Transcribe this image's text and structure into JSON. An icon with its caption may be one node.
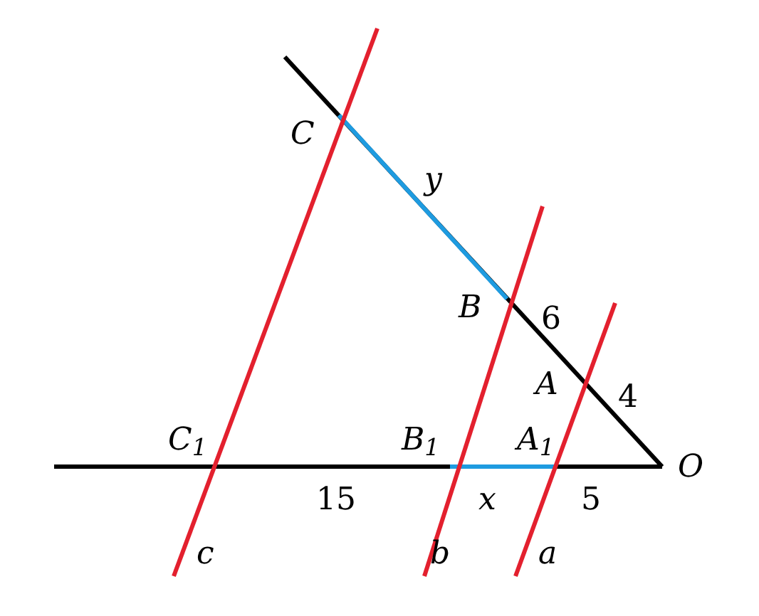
{
  "diagram": {
    "labels": [
      "C",
      "y",
      "B",
      "6",
      "A",
      "4",
      "C$_{1}$",
      "B$_{1}$",
      "A$_{1}$",
      "O",
      "15",
      "x",
      "5",
      "c",
      "b",
      "a"
    ]
  }
}
